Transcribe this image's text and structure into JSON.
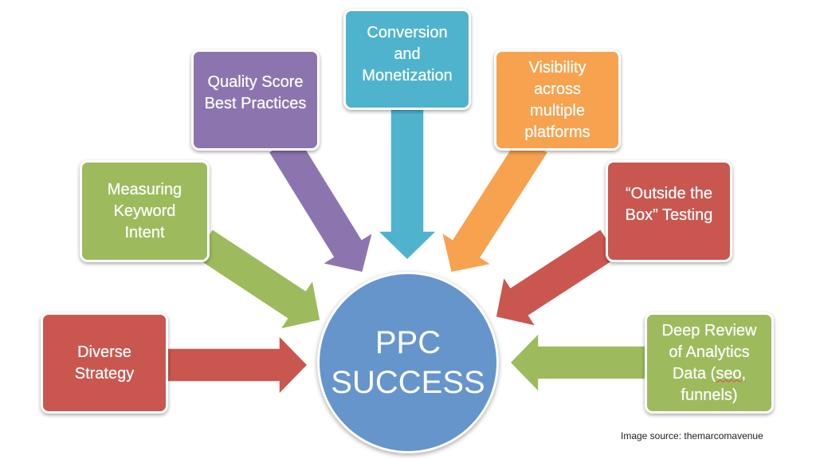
{
  "hub": {
    "line1": "PPC",
    "line2": "SUCCESS",
    "color": "#6595cb"
  },
  "nodes": [
    {
      "id": "diverse-strategy",
      "lines": [
        "Diverse",
        "Strategy"
      ],
      "color": "#c9574f"
    },
    {
      "id": "measuring-keyword-intent",
      "lines": [
        "Measuring",
        "Keyword",
        "Intent"
      ],
      "color": "#9dbb5d"
    },
    {
      "id": "quality-score",
      "lines": [
        "Quality Score",
        "Best Practices"
      ],
      "color": "#8c75af"
    },
    {
      "id": "conversion",
      "lines": [
        "Conversion",
        "and",
        "Monetization"
      ],
      "color": "#4fb3cd"
    },
    {
      "id": "visibility",
      "lines": [
        "Visibility",
        "across",
        "multiple",
        "platforms"
      ],
      "color": "#f6a24f"
    },
    {
      "id": "outside-the-box",
      "lines": [
        "“Outside the",
        "Box” Testing"
      ],
      "color": "#c9574f"
    },
    {
      "id": "deep-review",
      "lines": [
        "Deep Review",
        "of Analytics",
        "Data (",
        "seo,",
        ")",
        "funnels)"
      ],
      "color": "#9dbb5d"
    }
  ],
  "source": "Image source: themarcomavenue"
}
